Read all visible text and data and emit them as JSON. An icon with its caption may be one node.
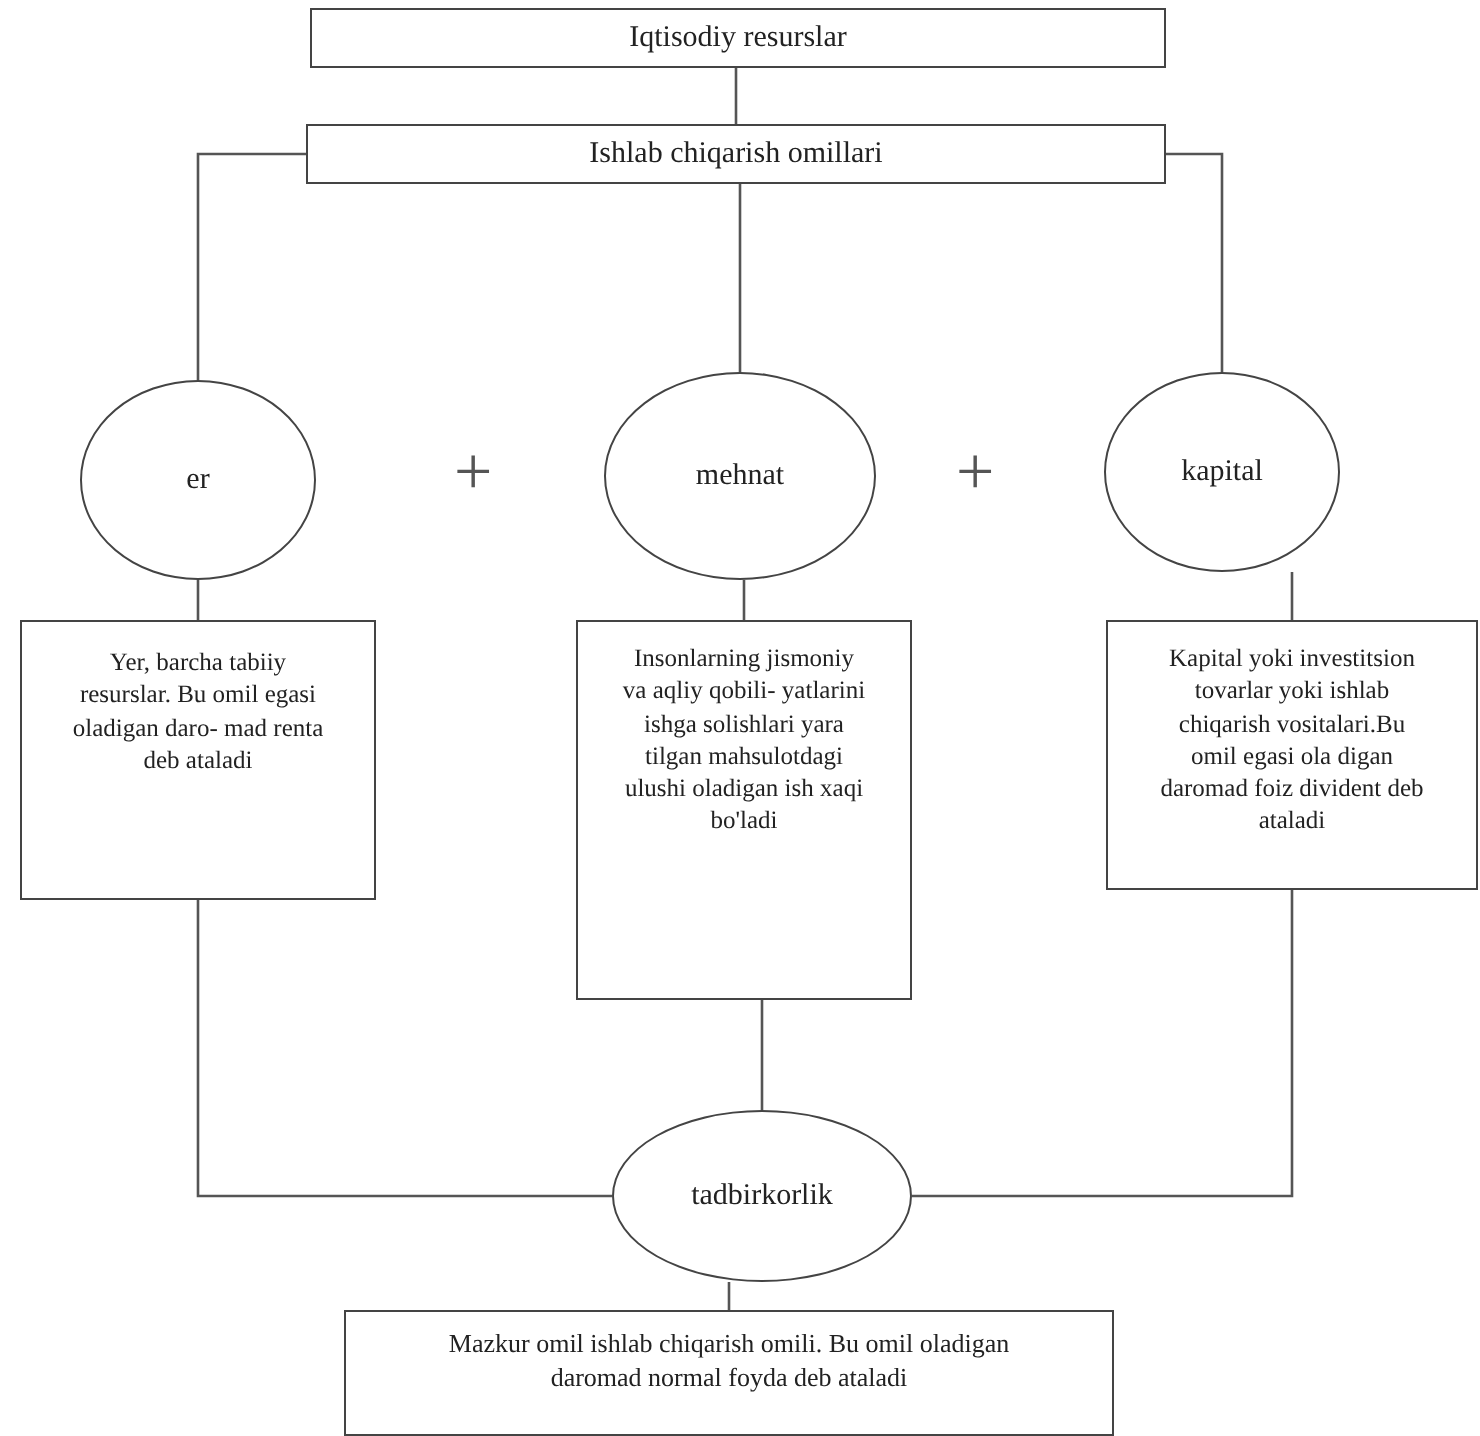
{
  "diagram": {
    "nodes": [
      {
        "text": [
          "Iqtisodiy resurslar"
        ]
      },
      {
        "text": [
          "Ishlab chiqarish omillari"
        ]
      },
      {
        "text": [
          "er"
        ]
      },
      {
        "text": [
          "mehnat"
        ]
      },
      {
        "text": [
          "kapital"
        ]
      },
      {
        "text": [
          "Yer, barcha tabiiy resurslar.  Bu omil egasi oladigan daro- mad renta deb ataladi"
        ]
      },
      {
        "text": [
          "Insonlarning jismoniy va aqliy qobili- yatlarini ishga solishlari yara tilgan mahsulotdagi ulushi oladigan ish xaqi bo'ladi"
        ]
      },
      {
        "text": [
          "Kapital yoki investitsion tovarlar yoki ishlab chiqarish vositalari.Bu omil egasi ola digan daromad foiz divident deb ataladi"
        ]
      },
      {
        "text": [
          "tadbirkorlik"
        ]
      },
      {
        "text": [
          "Mazkur omil ishlab chiqarish omili. Bu omil oladigan daromad normal foyda deb ataladi"
        ]
      }
    ],
    "edges": [
      {
        "from": 0,
        "to": 1,
        "arrow": "none"
      },
      {
        "from": 1,
        "to": 2,
        "arrow": "none"
      },
      {
        "from": 1,
        "to": 3,
        "arrow": "none"
      },
      {
        "from": 1,
        "to": 4,
        "arrow": "none"
      },
      {
        "from": 2,
        "to": 5,
        "arrow": "none"
      },
      {
        "from": 3,
        "to": 6,
        "arrow": "none"
      },
      {
        "from": 4,
        "to": 7,
        "arrow": "none"
      },
      {
        "from": 5,
        "to": 8,
        "arrow": "none"
      },
      {
        "from": 6,
        "to": 8,
        "arrow": "none"
      },
      {
        "from": 7,
        "to": 8,
        "arrow": "none"
      },
      {
        "from": 8,
        "to": 9,
        "arrow": "none"
      }
    ],
    "labels": [
      "+",
      "+"
    ]
  }
}
